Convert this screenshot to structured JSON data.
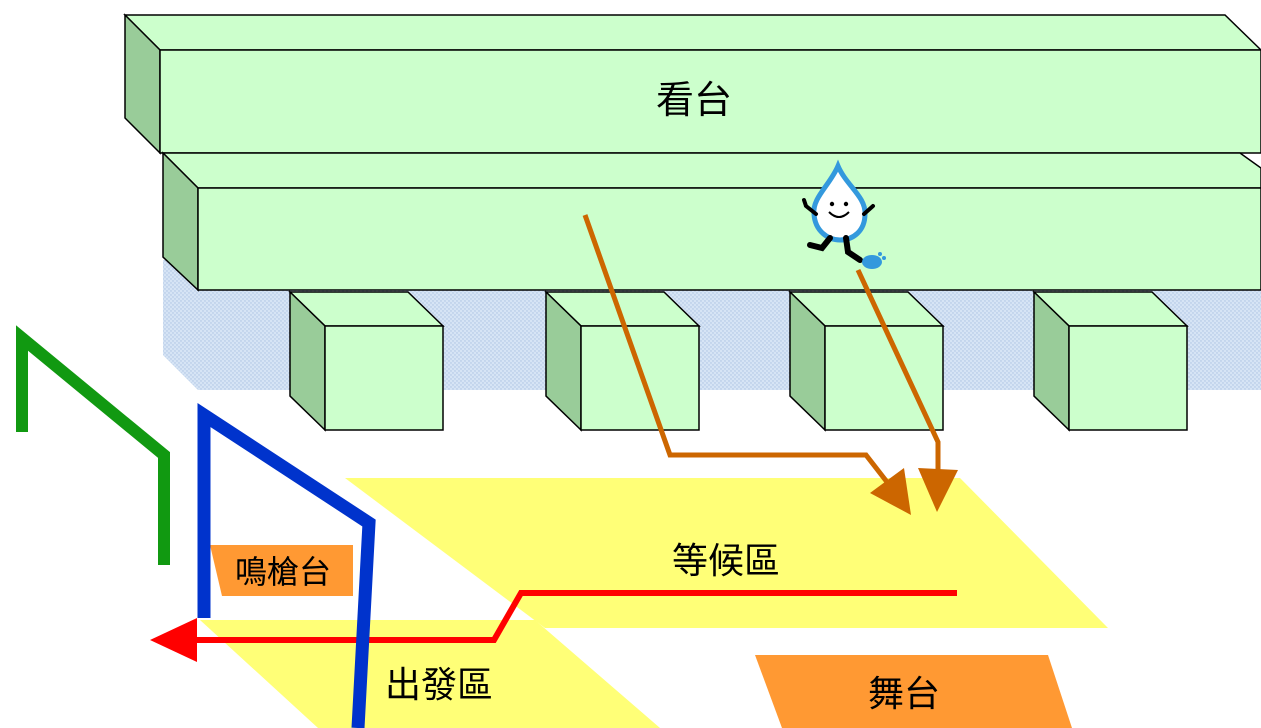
{
  "labels": {
    "stand": "看台",
    "waiting_area": "等候區",
    "starting_area": "出發區",
    "starting_gun_platform": "鳴槍台",
    "stage": "舞台"
  },
  "colors": {
    "box_light": "#ccffcc",
    "box_dark": "#99cc99",
    "area_yellow": "#ffff77",
    "platform_orange": "#ff9933",
    "arrow_brown": "#cc6600",
    "arrow_red": "#ff0000",
    "line_blue": "#0033cc",
    "line_green": "#119911",
    "shade_blue": "#ccdcf0",
    "mascot_blue": "#3399dd"
  },
  "icons": {
    "mascot": "water-drop-mascot-icon"
  }
}
